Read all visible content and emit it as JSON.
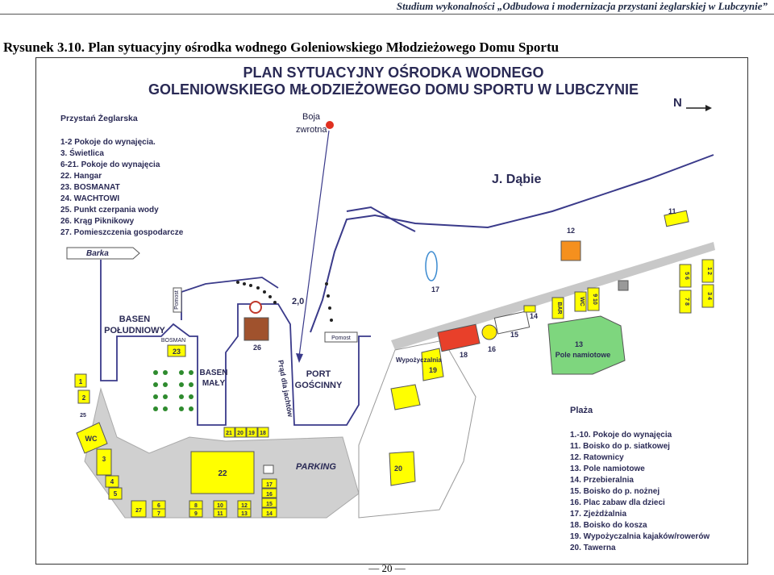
{
  "running_header": "Studium wykonalności „Odbudowa i modernizacja przystani żeglarskiej w Lubczynie”",
  "caption": "Rysunek 3.10. Plan sytuacyjny ośrodka wodnego Goleniowskiego Młodzieżowego Domu Sportu",
  "page_number": "— 20 —",
  "map": {
    "title_line1": "PLAN SYTUACYJNY OŚRODKA WODNEGO",
    "title_line2": "GOLENIOWSKIEGO MŁODZIEŻOWEGO DOMU SPORTU W LUBCZYNIE",
    "north": "N",
    "lake": "J. Dąbie",
    "buoy": "Boja\nzwrotna",
    "depth": "2,0",
    "current": "Prąd dla jachtów",
    "barka": "Barka",
    "pomost1": "Pomost",
    "pomost2": "Pomost",
    "basen_poludniowy": "BASEN\nPOŁUDNIOWY",
    "basen_maly": "BASEN\nMAŁY",
    "port_goscinny": "PORT\nGOŚCINNY",
    "bosman": "BOSMAN",
    "parking": "PARKING",
    "wc": "WC",
    "bar": "BAR",
    "wc2": "WC",
    "pole_namiotowe": "Pole namiotowe",
    "wypozyczalnia": "Wypożyczalnia",
    "legend_marina": {
      "title": "Przystań Żeglarska",
      "items": [
        "1-2    Pokoje do wynajęcia.",
        "3.     Świetlica",
        "6-21.  Pokoje do wynajęcia",
        "22.    Hangar",
        "23.    BOSMANAT",
        "24.    WACHTOWI",
        "25.    Punkt czerpania wody",
        "26.    Krąg Piknikowy",
        "27.    Pomieszczenia gospodarcze"
      ]
    },
    "legend_beach": {
      "title": "Plaża",
      "items": [
        "1.-10. Pokoje do wynajęcia",
        "11.    Boisko do p. siatkowej",
        "12.    Ratownicy",
        "13.    Pole namiotowe",
        "14.    Przebieralnia",
        "15.    Boisko do p. nożnej",
        "16.    Plac zabaw dla dzieci",
        "17.    Zjeżdżalnia",
        "18.    Boisko do kosza",
        "19.    Wypożyczalnia kajaków/rowerów",
        "20.    Tawerna"
      ]
    },
    "numbers": {
      "n1": "1",
      "n2": "2",
      "n25": "25",
      "n3": "3",
      "n4": "4",
      "n5": "5",
      "n27": "27",
      "n6": "6",
      "n7": "7",
      "n8": "8",
      "n9": "9",
      "n10": "10",
      "n11a": "11",
      "n12a": "12",
      "n13a": "13",
      "n14a": "14",
      "n15a": "15",
      "n16a": "16",
      "n17a": "17",
      "n21": "21",
      "n20a": "20",
      "n19a": "19",
      "n18a": "18",
      "n22": "22",
      "n23": "23",
      "n26": "26",
      "b11": "11",
      "b12": "12",
      "b13": "13",
      "b14": "14",
      "b15": "15",
      "b16": "16",
      "b17": "17",
      "b18": "18",
      "b19": "19",
      "b20": "20",
      "b12r": "1 2",
      "b34": "3 4",
      "b56": "5 6",
      "b78": "7 8",
      "b910": "9 10"
    },
    "colors": {
      "water_line": "#3a3a8a",
      "building_yellow": "#ffff00",
      "pole_green": "#7ed67e",
      "ratownicy_orange": "#f5901e",
      "basket_red": "#e8402a",
      "plac_yellow": "#ffee00",
      "krag_brown": "#a0522d",
      "paved_gray": "#c8c8c8",
      "boja_red": "#e03020",
      "tree_green": "#2e8b2e"
    }
  }
}
